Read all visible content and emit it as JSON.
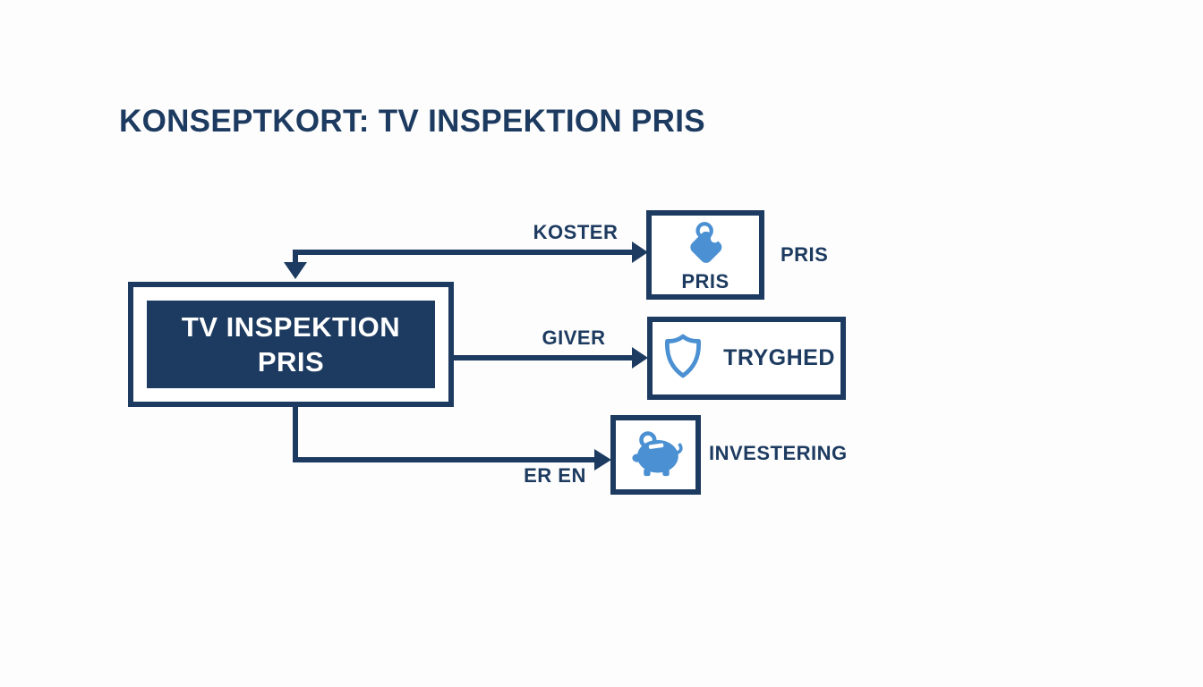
{
  "title": "KONSEPTKORT: TV INSPEKTION PRIS",
  "colors": {
    "navy": "#1d3b60",
    "blue": "#4a90d2",
    "bg": "#fdfdfd",
    "white": "#ffffff"
  },
  "main_node": {
    "line1": "TV INSPEKTION",
    "line2": "PRIS"
  },
  "edges": [
    {
      "label": "KOSTER",
      "from": "TV INSPEKTION PRIS",
      "to": "PRIS"
    },
    {
      "label": "GIVER",
      "from": "TV INSPEKTION PRIS",
      "to": "TRYGHED"
    },
    {
      "label": "ER EN",
      "from": "TV INSPEKTION PRIS",
      "to": "INVESTERING"
    }
  ],
  "nodes": [
    {
      "id": "pris",
      "icon": "price-tag-icon",
      "inner_label": "PRIS",
      "outer_label": "PRIS"
    },
    {
      "id": "tryghed",
      "icon": "shield-icon",
      "inner_label": "TRYGHED",
      "outer_label": ""
    },
    {
      "id": "investering",
      "icon": "piggy-bank-icon",
      "inner_label": "",
      "outer_label": "INVESTERING"
    }
  ]
}
